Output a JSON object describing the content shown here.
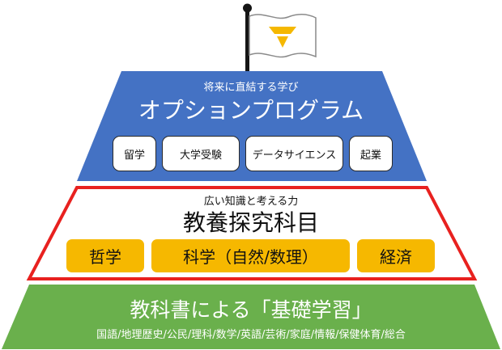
{
  "flag": {
    "logo_name": "vuv-logo-icon"
  },
  "top_tier": {
    "subtitle": "将来に直結する学び",
    "title": "オプションプログラム",
    "items": [
      "留学",
      "大学受験",
      "データサイエンス",
      "起業"
    ]
  },
  "middle_tier": {
    "subtitle": "広い知識と考える力",
    "title": "教養探究科目",
    "items": [
      "哲学",
      "科学（自然/数理）",
      "経済"
    ]
  },
  "bottom_tier": {
    "title": "教科書による「基礎学習」",
    "subjects": "国語/地理歴史/公民/理科/数学/英語/芸術/家庭/情報/保健体育/総合"
  },
  "colors": {
    "top_tier": "#4472c4",
    "middle_highlight_border": "#e8211f",
    "middle_item": "#f6b800",
    "bottom_tier": "#6ab04c",
    "logo_yellow": "#f5b800"
  }
}
